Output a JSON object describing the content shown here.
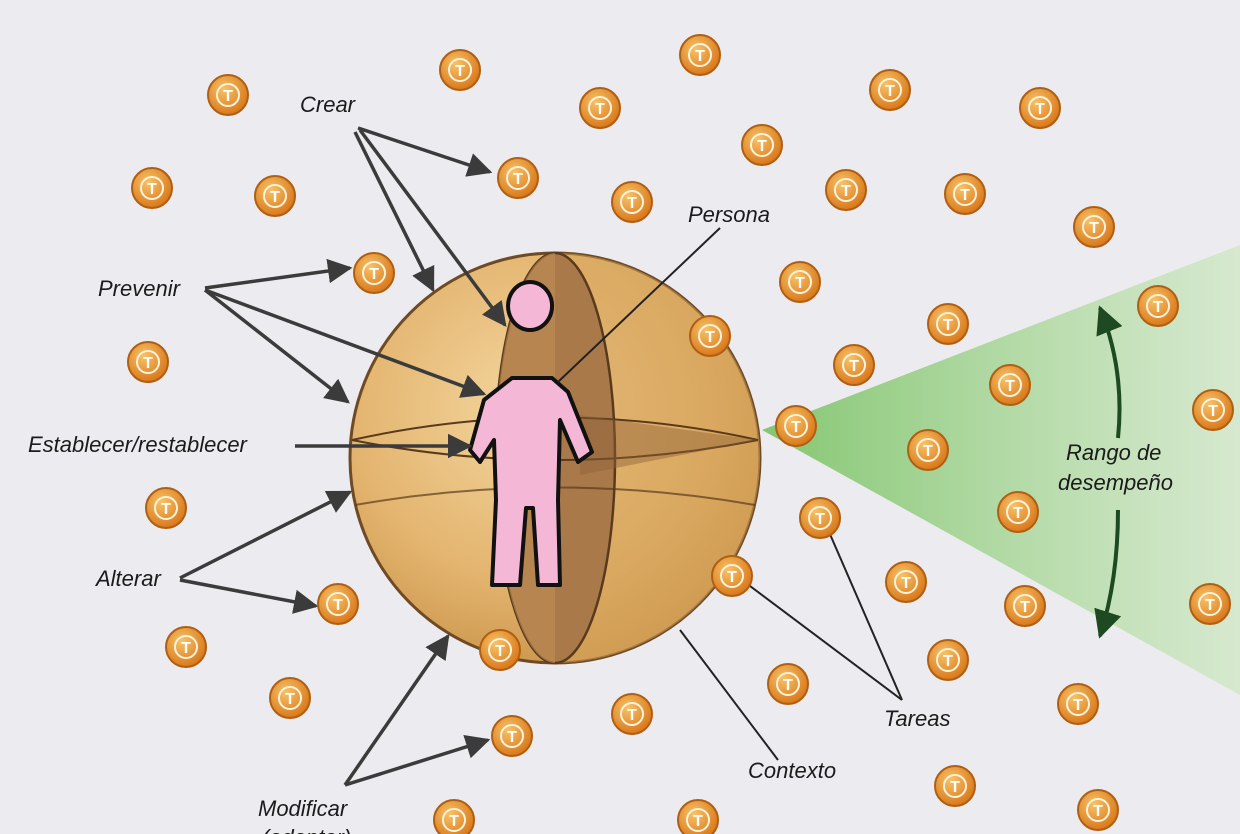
{
  "labels": {
    "crear": "Crear",
    "prevenir": "Prevenir",
    "establecer": "Establecer/restablecer",
    "alterar": "Alterar",
    "modificar": "Modificar",
    "modificar_cut": "(adaptar)",
    "persona": "Persona",
    "contexto": "Contexto",
    "tareas": "Tareas",
    "rango_line1": "Rango de",
    "rango_line2": "desempeño"
  },
  "task_token": {
    "letter": "T",
    "name": "task-token"
  },
  "colors": {
    "background": "#ecebef",
    "sphere": "#e3b46e",
    "sphere_dark": "#a9794a",
    "person": "#f4b8d6",
    "token": "#e58a28",
    "range": "#9ed08d",
    "arrow": "#3b3b3b",
    "range_arrow": "#1e4a22"
  }
}
